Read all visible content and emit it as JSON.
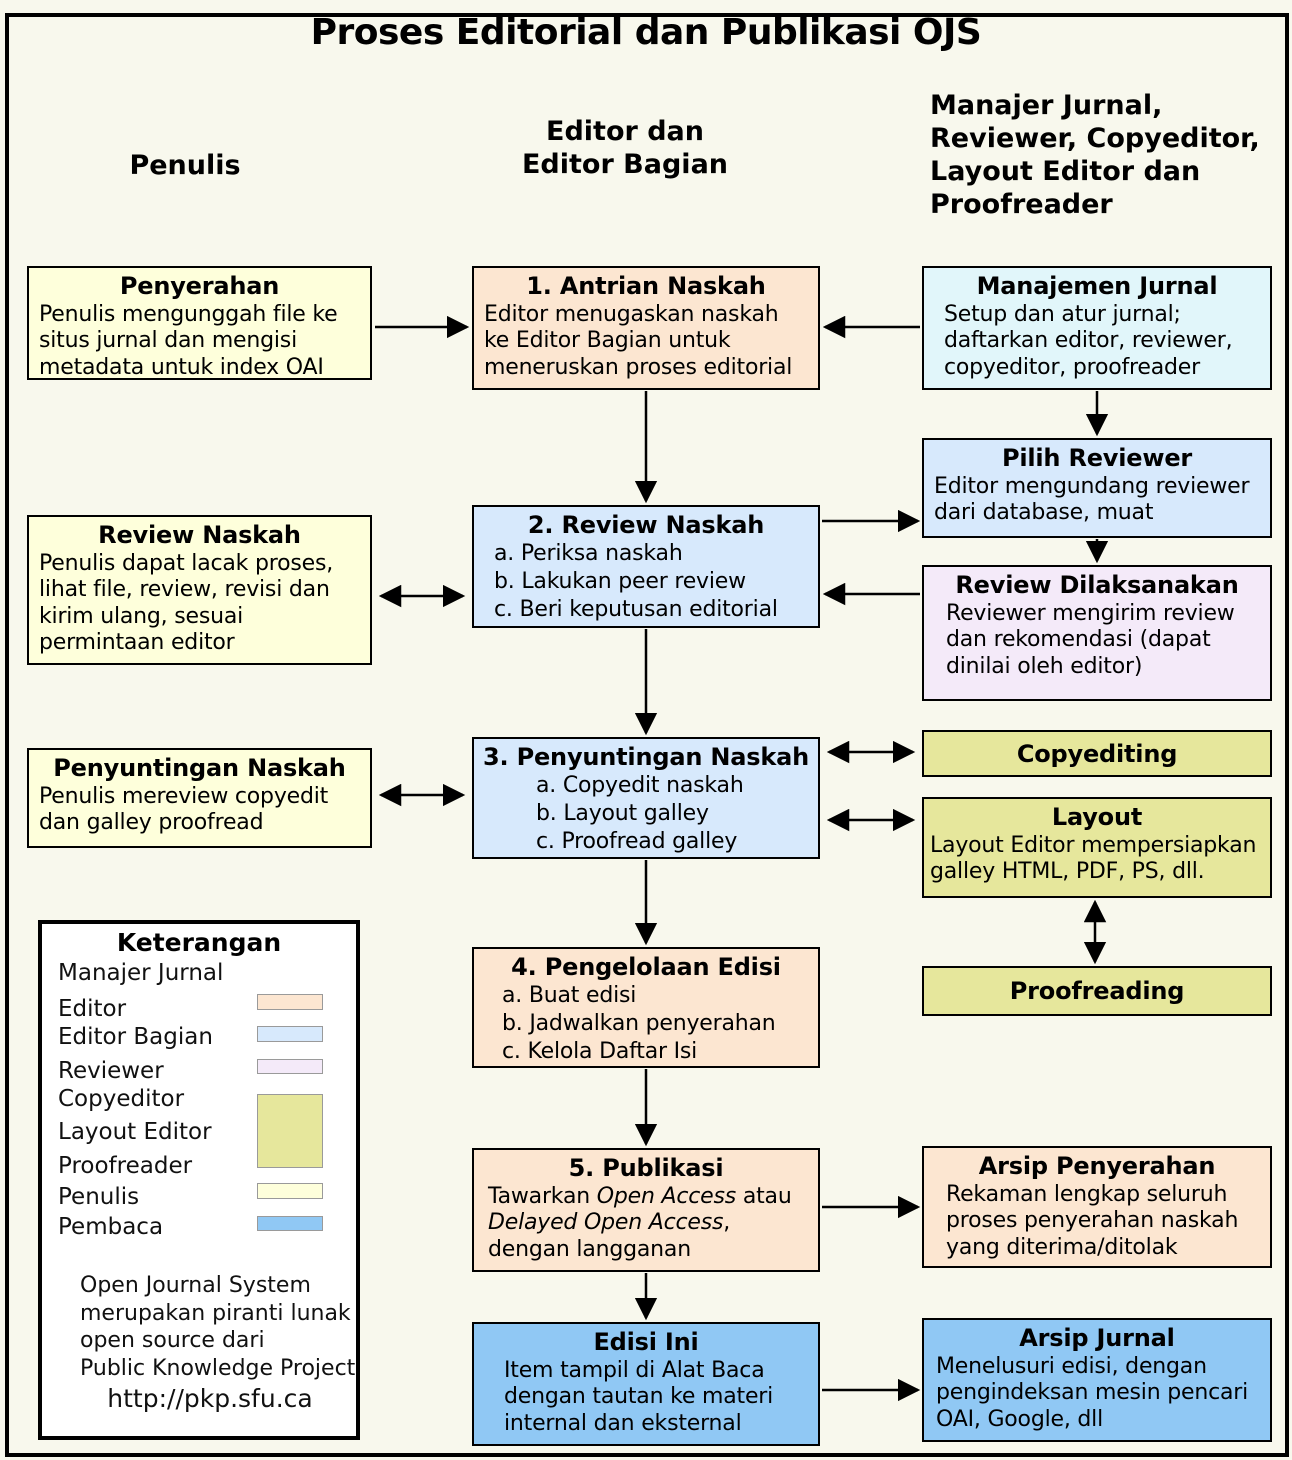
{
  "title": "Proses Editorial dan Publikasi OJS",
  "colors": {
    "background": "#F8F8ED",
    "author_yellow": "#FEFFDB",
    "editor_peach": "#FCE6D1",
    "section_editor_blue": "#D7E9FC",
    "journal_manager_cyan": "#E1F6FA",
    "reviewer_lavender": "#F4EAF9",
    "copyeditor_olive": "#E6E79C",
    "reader_blue": "#90C8F4",
    "legend_white": "#FFFFFF"
  },
  "headers": {
    "penulis": "Penulis",
    "editor": "Editor dan\nEditor Bagian",
    "manajer": "Manajer Jurnal,\nReviewer, Copyeditor,\nLayout Editor dan\nProofreader"
  },
  "boxes": {
    "penyerahan": {
      "title": "Penyerahan",
      "body": "Penulis mengunggah file ke\nsitus jurnal dan mengisi\nmetadata untuk index OAI"
    },
    "review_naskah_kiri": {
      "title": "Review Naskah",
      "body": "Penulis dapat lacak proses,\nlihat file, review, revisi dan\nkirim ulang, sesuai\npermintaan editor"
    },
    "penyuntingan_kiri": {
      "title": "Penyuntingan Naskah",
      "body": "Penulis mereview copyedit\ndan galley proofread"
    },
    "antrian": {
      "title": "1. Antrian Naskah",
      "body": "Editor menugaskan naskah\nke Editor Bagian untuk\nmeneruskan proses editorial"
    },
    "review_naskah": {
      "title": "2. Review Naskah",
      "items": [
        "a. Periksa naskah",
        "b. Lakukan peer review",
        "c. Beri keputusan editorial"
      ]
    },
    "penyuntingan": {
      "title": "3. Penyuntingan Naskah",
      "items": [
        "a. Copyedit naskah",
        "b. Layout galley",
        "c. Proofread galley"
      ]
    },
    "pengelolaan": {
      "title": "4. Pengelolaan Edisi",
      "items": [
        "a. Buat edisi",
        "b. Jadwalkan penyerahan",
        "c. Kelola Daftar Isi"
      ]
    },
    "publikasi": {
      "title": "5. Publikasi",
      "body_parts": [
        {
          "t": "Tawarkan ",
          "i": false
        },
        {
          "t": "Open Access",
          "i": true
        },
        {
          "t": " atau\n",
          "i": false
        },
        {
          "t": "Delayed Open Access",
          "i": true
        },
        {
          "t": ",\ndengan langganan",
          "i": false
        }
      ]
    },
    "edisi_ini": {
      "title": "Edisi Ini",
      "body": "Item tampil di Alat Baca\ndengan tautan ke materi\ninternal dan eksternal"
    },
    "manajemen_jurnal": {
      "title": "Manajemen Jurnal",
      "body": "Setup dan atur jurnal;\ndaftarkan editor, reviewer,\ncopyeditor, proofreader"
    },
    "pilih_reviewer": {
      "title": "Pilih Reviewer",
      "body": "Editor mengundang reviewer\ndari database, muat"
    },
    "review_dilaksanakan": {
      "title": "Review Dilaksanakan",
      "body": "Reviewer mengirim review\ndan rekomendasi (dapat\ndinilai oleh editor)"
    },
    "copyediting": {
      "title": "Copyediting"
    },
    "layout": {
      "title": "Layout",
      "body": "Layout Editor mempersiapkan\ngalley HTML, PDF, PS, dll."
    },
    "proofreading": {
      "title": "Proofreading"
    },
    "arsip_penyerahan": {
      "title": "Arsip Penyerahan",
      "body": "Rekaman lengkap seluruh\nproses penyerahan naskah\nyang diterima/ditolak"
    },
    "arsip_jurnal": {
      "title": "Arsip Jurnal",
      "body": "Menelusuri edisi, dengan\npengindeksan mesin pencari\nOAI, Google, dll"
    }
  },
  "legend": {
    "title": "Keterangan",
    "items": [
      {
        "label": "Manajer Jurnal"
      },
      {
        "label": "Editor"
      },
      {
        "label": "Editor Bagian"
      },
      {
        "label": "Reviewer"
      },
      {
        "label": "Copyeditor"
      },
      {
        "label": "Layout Editor"
      },
      {
        "label": "Proofreader"
      },
      {
        "label": "Penulis"
      },
      {
        "label": "Pembaca"
      }
    ],
    "footer": "Open Journal System\nmerupakan piranti lunak\nopen source dari\nPublic Knowledge Project",
    "url": "http://pkp.sfu.ca"
  }
}
